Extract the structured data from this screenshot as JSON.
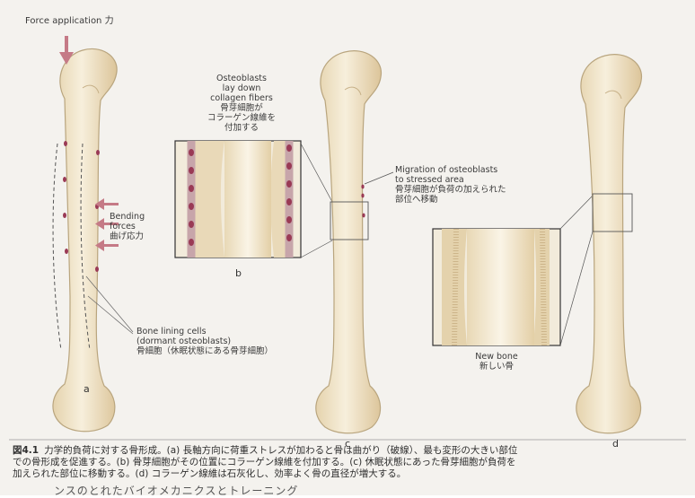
{
  "figure": {
    "force_label": "Force application 力",
    "bending_label": [
      "Bending",
      "forces",
      "曲げ応力"
    ],
    "lining_label": [
      "Bone lining cells",
      "(dormant osteoblasts)",
      "骨細胞（休眠状態にある骨芽細胞）"
    ],
    "osteoblast_label": [
      "Osteoblasts",
      "lay down",
      "collagen fibers",
      "骨芽細胞が",
      "コラーゲン線維を",
      "付加する"
    ],
    "migration_label": [
      "Migration of osteoblasts",
      "to stressed area",
      "骨芽細胞が負荷の加えられた",
      "部位へ移動"
    ],
    "new_bone_label": [
      "New bone",
      "新しい骨"
    ],
    "panel_letters": {
      "a": "a",
      "b": "b",
      "c": "c",
      "d": "d"
    }
  },
  "caption": {
    "figure_number": "図4.1",
    "lines": [
      "力学的負荷に対する骨形成。(a) 長軸方向に荷重ストレスが加わると骨は曲がり（破線）、最も変形の大きい部位",
      "での骨形成を促進する。(b) 骨芽細胞がその位置にコラーゲン線維を付加する。(c) 休眠状態にあった骨芽細胞が負荷を",
      "加えられた部位に移動する。(d) コラーゲン線維は石灰化し、効率よく骨の直径が増大する。"
    ],
    "bleed_text": "ンスのとれたバイオメカニクスとトレーニング"
  },
  "colors": {
    "bone_fill": "#efe2c4",
    "bone_stroke": "#b9a57e",
    "arrow": "#c57a86",
    "cell": "#9a3a55"
  }
}
